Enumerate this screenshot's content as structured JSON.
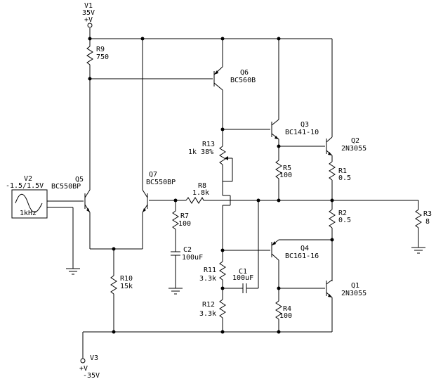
{
  "supplies": {
    "v1": {
      "name": "V1",
      "value": "35V",
      "symbol": "+V"
    },
    "v3": {
      "name": "V3",
      "value": "-35V",
      "symbol": "+V"
    }
  },
  "source": {
    "name": "V2",
    "value": "-1.5/1.5V",
    "freq": "1kHz"
  },
  "transistors": {
    "q1": {
      "name": "Q1",
      "part": "2N3055"
    },
    "q2": {
      "name": "Q2",
      "part": "2N3055"
    },
    "q3": {
      "name": "Q3",
      "part": "BC141-10"
    },
    "q4": {
      "name": "Q4",
      "part": "BC161-16"
    },
    "q5": {
      "name": "Q5",
      "part": "BC550BP"
    },
    "q6": {
      "name": "Q6",
      "part": "BC560B"
    },
    "q7": {
      "name": "Q7",
      "part": "BC550BP"
    }
  },
  "resistors": {
    "r1": {
      "name": "R1",
      "value": "0.5"
    },
    "r2": {
      "name": "R2",
      "value": "0.5"
    },
    "r3": {
      "name": "R3",
      "value": "8"
    },
    "r4": {
      "name": "R4",
      "value": "100"
    },
    "r5": {
      "name": "R5",
      "value": "100"
    },
    "r7": {
      "name": "R7",
      "value": "100"
    },
    "r8": {
      "name": "R8",
      "value": "1.8k"
    },
    "r9": {
      "name": "R9",
      "value": "750"
    },
    "r10": {
      "name": "R10",
      "value": "15k"
    },
    "r11": {
      "name": "R11",
      "value": "3.3k"
    },
    "r12": {
      "name": "R12",
      "value": "3.3k"
    },
    "r13": {
      "name": "R13",
      "value": "1k 38%"
    }
  },
  "capacitors": {
    "c1": {
      "name": "C1",
      "value": "100uF"
    },
    "c2": {
      "name": "C2",
      "value": "100uF"
    }
  }
}
